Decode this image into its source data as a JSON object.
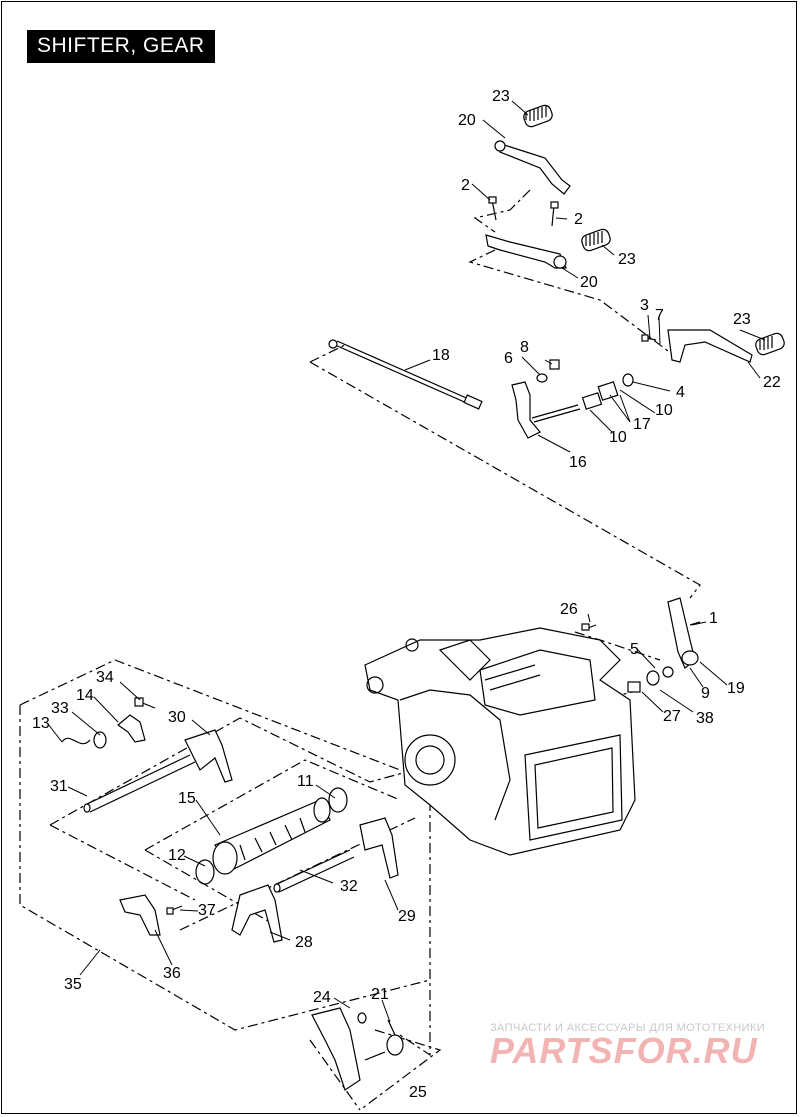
{
  "header": {
    "title": "SHIFTER, GEAR"
  },
  "watermark": {
    "caption": "ЗАПЧАСТИ И АКСЕССУАРЫ ДЛЯ МОТОТЕХНИКИ",
    "brand": "PARTSFOR.RU"
  },
  "footer": {
    "page_number": "25"
  },
  "callouts": [
    "1",
    "2",
    "3",
    "4",
    "5",
    "6",
    "7",
    "8",
    "9",
    "10",
    "11",
    "12",
    "13",
    "14",
    "15",
    "16",
    "17",
    "18",
    "19",
    "20",
    "21",
    "22",
    "23",
    "24",
    "25",
    "26",
    "27",
    "28",
    "29",
    "30",
    "31",
    "32",
    "33",
    "34",
    "35",
    "36",
    "37",
    "38"
  ]
}
